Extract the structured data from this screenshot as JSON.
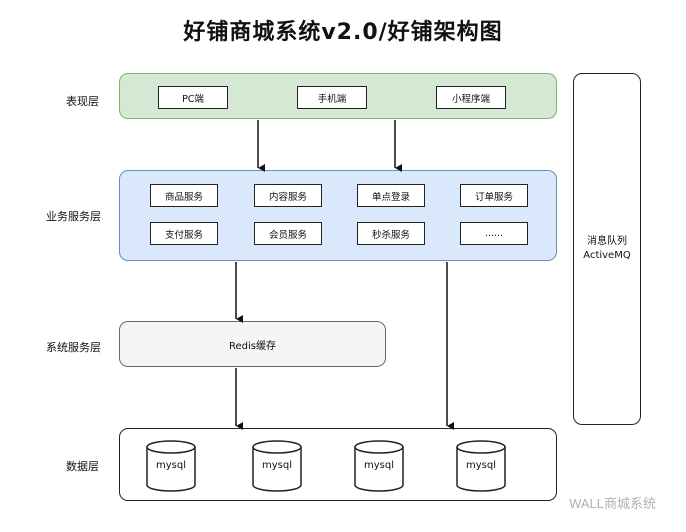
{
  "title": "好铺商城系统v2.0/好铺架构图",
  "layers": {
    "presentation": "表现层",
    "business": "业务服务层",
    "system": "系统服务层",
    "data": "数据层"
  },
  "presentation_items": [
    "PC端",
    "手机端",
    "小程序端"
  ],
  "business_items": [
    "商品服务",
    "内容服务",
    "单点登录",
    "订单服务",
    "支付服务",
    "会员服务",
    "秒杀服务",
    "......"
  ],
  "system_service": "Redis缓存",
  "data_items": [
    "mysql",
    "mysql",
    "mysql",
    "mysql"
  ],
  "message_queue": {
    "line1": "消息队列",
    "line2": "ActiveMQ"
  },
  "watermark": "WALL商城系统",
  "colors": {
    "presentation_fill": "#d5e8d4",
    "presentation_border": "#82b366",
    "business_fill": "#dae8fc",
    "business_border": "#6c8ebf",
    "system_fill": "#f5f5f5"
  }
}
